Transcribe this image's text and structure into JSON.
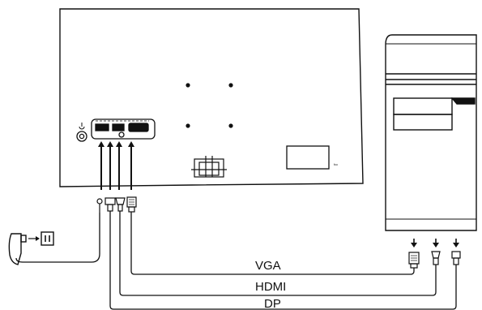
{
  "cables": {
    "vga_label": "VGA",
    "hdmi_label": "HDMI",
    "dp_label": "DP"
  },
  "monitor": {
    "brand_mark": "fcc"
  },
  "colors": {
    "line": "#111111",
    "background": "#ffffff"
  },
  "icons": [
    "monitor-rear-panel",
    "power-adapter-icon",
    "power-socket-icon",
    "power-button-icon",
    "vga-connector-icon",
    "hdmi-connector-icon",
    "dp-connector-icon",
    "computer-tower-icon",
    "arrow-up-icon",
    "arrow-down-icon"
  ]
}
